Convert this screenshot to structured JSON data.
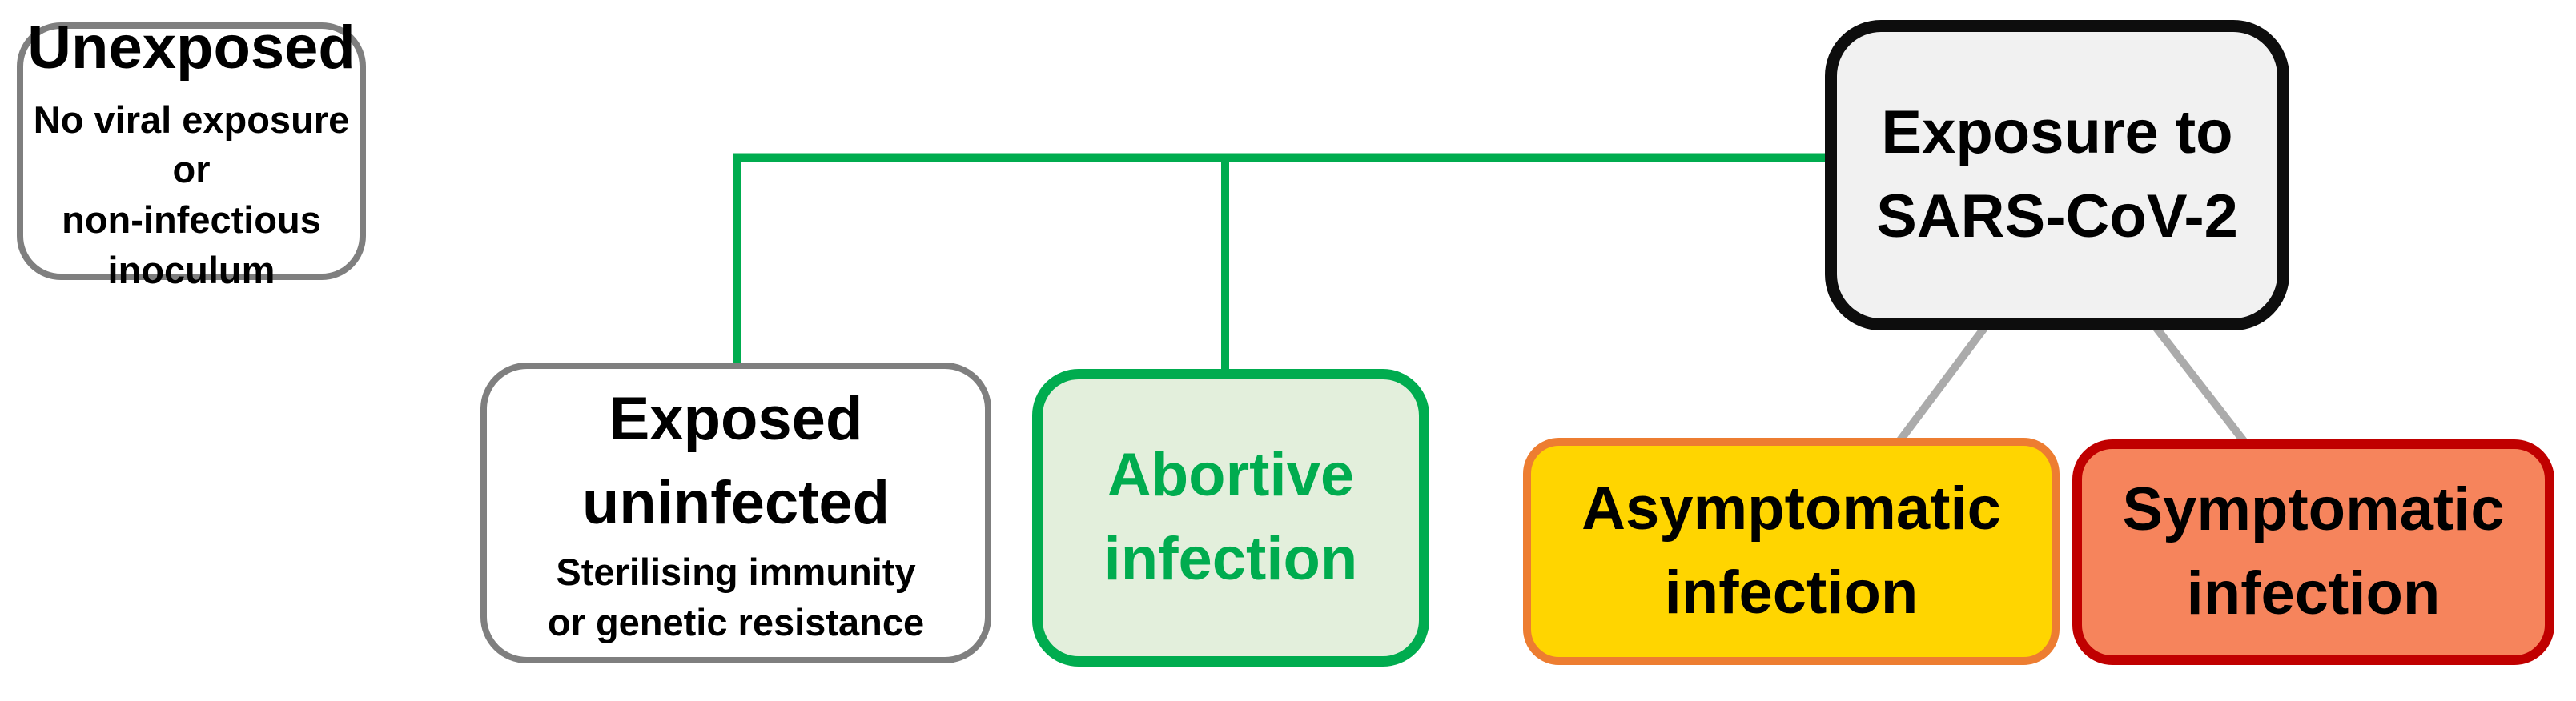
{
  "diagram": {
    "nodes": [
      {
        "id": "unexposed",
        "title": "Unexposed",
        "subtitle": "No viral exposure or\nnon-infectious inoculum",
        "border_color": "#7F7F7F",
        "fill_color": "#FFFFFF",
        "text_color": "#000000"
      },
      {
        "id": "exposure",
        "title": "Exposure to\nSARS-CoV-2",
        "border_color": "#0D0D0D",
        "fill_color": "#F1F1F1",
        "text_color": "#000000"
      },
      {
        "id": "exposed_uninfected",
        "title": "Exposed\nuninfected",
        "subtitle": "Sterilising immunity\nor genetic resistance",
        "border_color": "#7F7F7F",
        "fill_color": "#FFFFFF",
        "text_color": "#000000"
      },
      {
        "id": "abortive",
        "title": "Abortive\ninfection",
        "border_color": "#00AC4F",
        "fill_color": "#E3EFDC",
        "text_color": "#00AC4F"
      },
      {
        "id": "asymptomatic",
        "title": "Asymptomatic\ninfection",
        "border_color": "#ED7D31",
        "fill_color": "#FFD500",
        "text_color": "#000000"
      },
      {
        "id": "symptomatic",
        "title": "Symptomatic\ninfection",
        "border_color": "#C00000",
        "fill_color": "#F6845C",
        "text_color": "#000000"
      }
    ],
    "edges": [
      {
        "from": "exposure",
        "to": "exposed_uninfected",
        "style": "green-elbow"
      },
      {
        "from": "exposure",
        "to": "abortive",
        "style": "green-elbow"
      },
      {
        "from": "exposure",
        "to": "asymptomatic",
        "style": "gray-diagonal"
      },
      {
        "from": "exposure",
        "to": "symptomatic",
        "style": "gray-diagonal"
      }
    ],
    "colors": {
      "connector_green": "#00AC4F",
      "connector_gray": "#ABABAB",
      "background": "#FFFFFF"
    }
  }
}
